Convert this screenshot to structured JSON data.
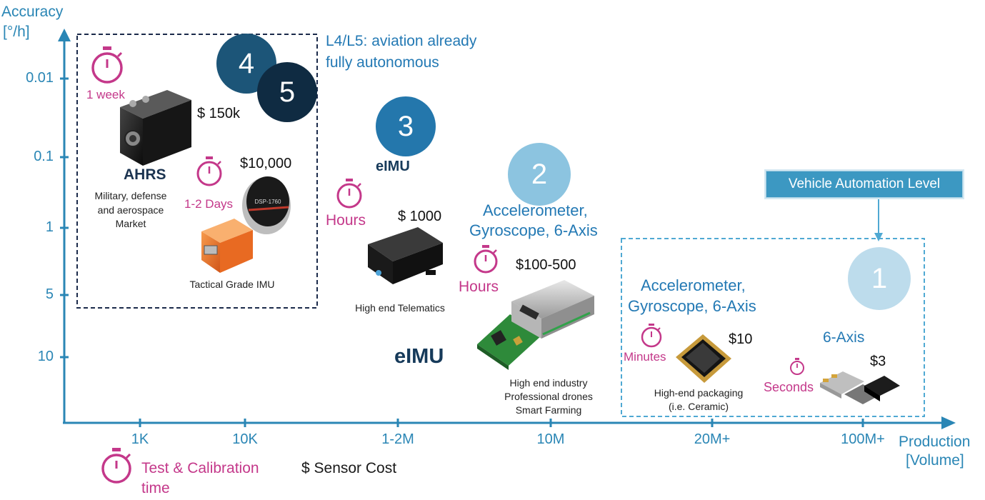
{
  "axes": {
    "y_title": [
      "Accuracy",
      "[°/h]"
    ],
    "x_title": [
      "Production",
      "[Volume]"
    ],
    "y_ticks": [
      "0.01",
      "0.1",
      "1",
      "5",
      "10"
    ],
    "x_ticks": [
      "1K",
      "10K",
      "1-2M",
      "10M",
      "20M+",
      "100M+"
    ]
  },
  "legend": {
    "test_label": [
      "Test & Calibration",
      "time"
    ],
    "cost_label": "$ Sensor Cost",
    "automation_label": "Vehicle Automation Level"
  },
  "levels": [
    "1",
    "2",
    "3",
    "4",
    "5"
  ],
  "annotations": {
    "l4l5": [
      "L4/L5: aviation already",
      "fully autonomous"
    ],
    "elmu_top": "eIMU",
    "elmu_bottom": "eIMU"
  },
  "groups": {
    "ahrs": {
      "time": "1 week",
      "price": "$ 150k",
      "title": "AHRS",
      "desc": [
        "Military, defense",
        "and aerospace",
        "Market"
      ],
      "device_text": ""
    },
    "tactical": {
      "time": "1-2 Days",
      "price": "$10,000",
      "caption": "Tactical Grade IMU",
      "fog_label": "DSP-1760"
    },
    "telematics": {
      "time": "Hours",
      "price": "$ 1000",
      "caption": "High end Telematics"
    },
    "industry": {
      "title": [
        "Accelerometer,",
        "Gyroscope, 6-Axis"
      ],
      "time": "Hours",
      "price": "$100-500",
      "caption": [
        "High end industry",
        "Professional drones",
        "Smart Farming"
      ]
    },
    "ceramic": {
      "title": [
        "Accelerometer,",
        "Gyroscope, 6-Axis"
      ],
      "time": "Minutes",
      "price": "$10",
      "caption": [
        "High-end packaging",
        "(i.e. Ceramic)"
      ]
    },
    "consumer": {
      "title": "6-Axis",
      "time": "Seconds",
      "price": "$3"
    }
  },
  "colors": {
    "axis": "#2a86b5",
    "pink": "#c4388a",
    "navy_box": "#1b2a4a",
    "level1": "#bddcec",
    "level2": "#8cc4e0",
    "level3": "#2477ac",
    "level4": "#1c5578",
    "level5": "#0f2b42"
  }
}
